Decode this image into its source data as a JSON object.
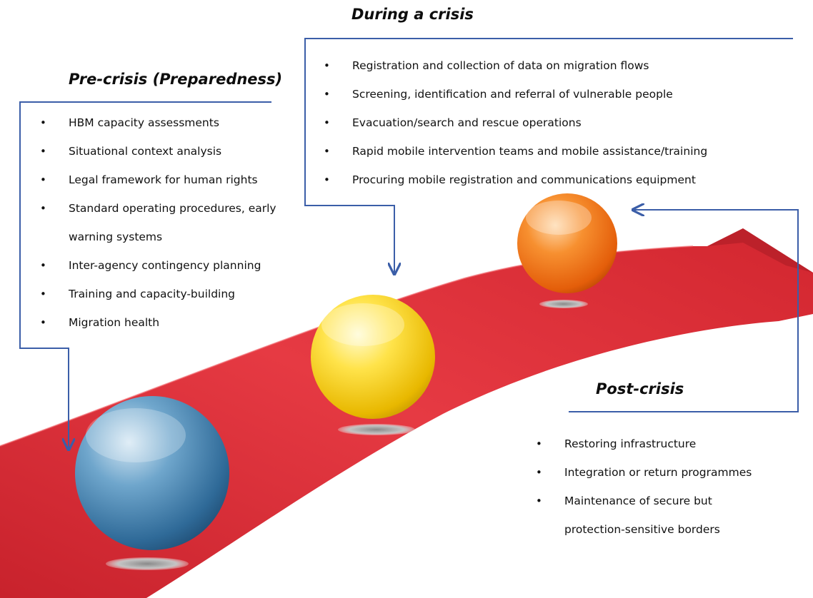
{
  "colors": {
    "arrow": "#e5343d",
    "arrow_dark": "#b4202a",
    "connector": "#3b5ea8",
    "ball_blue": "#3f7fae",
    "ball_yellow": "#f2c200",
    "ball_orange": "#ec6a10"
  },
  "pre_crisis": {
    "heading": "Pre-crisis (Preparedness)",
    "items": [
      "HBM capacity assessments",
      "Situational context analysis",
      "Legal framework for human rights",
      "Standard operating procedures, early warning systems",
      "Inter-agency contingency planning",
      "Training and capacity-building",
      "Migration health"
    ]
  },
  "during_crisis": {
    "heading": "During a crisis",
    "items": [
      "Registration and collection of data on migration flows",
      "Screening, identification and referral of vulnerable people",
      "Evacuation/search and rescue operations",
      "Rapid mobile intervention teams and mobile assistance/training",
      "Procuring mobile registration and communications equipment"
    ]
  },
  "post_crisis": {
    "heading": "Post-crisis",
    "items": [
      "Restoring infrastructure",
      "Integration or return programmes",
      "Maintenance of secure but protection-sensitive borders"
    ]
  }
}
